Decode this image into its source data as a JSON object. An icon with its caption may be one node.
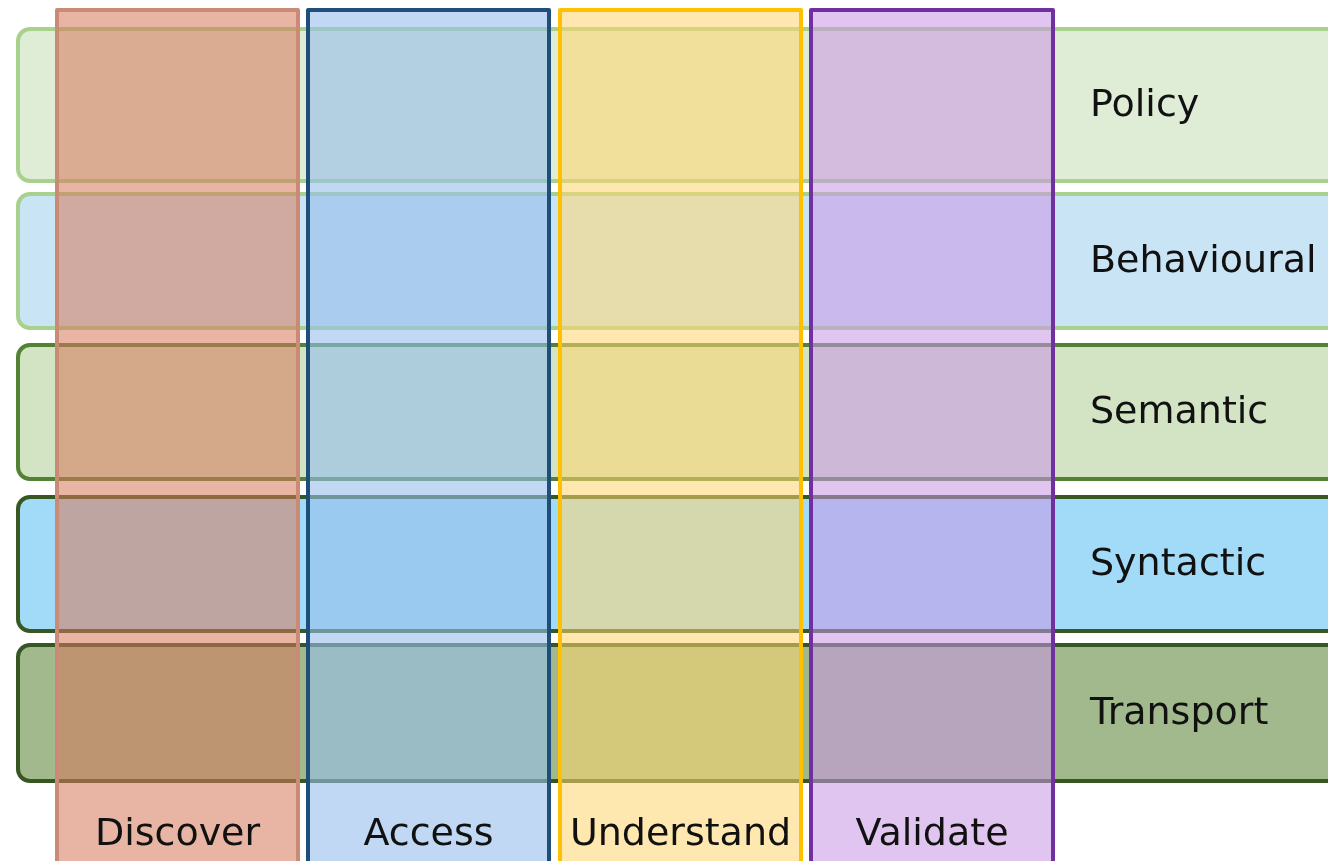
{
  "diagram": {
    "nodes": [
      {
        "text": [
          "Policy"
        ]
      },
      {
        "text": [
          "Behavioural"
        ]
      },
      {
        "text": [
          "Semantic"
        ]
      },
      {
        "text": [
          "Syntactic"
        ]
      },
      {
        "text": [
          "Transport"
        ]
      },
      {
        "text": [
          "Discover"
        ]
      },
      {
        "text": [
          "Access"
        ]
      },
      {
        "text": [
          "Understand"
        ]
      },
      {
        "text": [
          "Validate"
        ]
      }
    ]
  }
}
